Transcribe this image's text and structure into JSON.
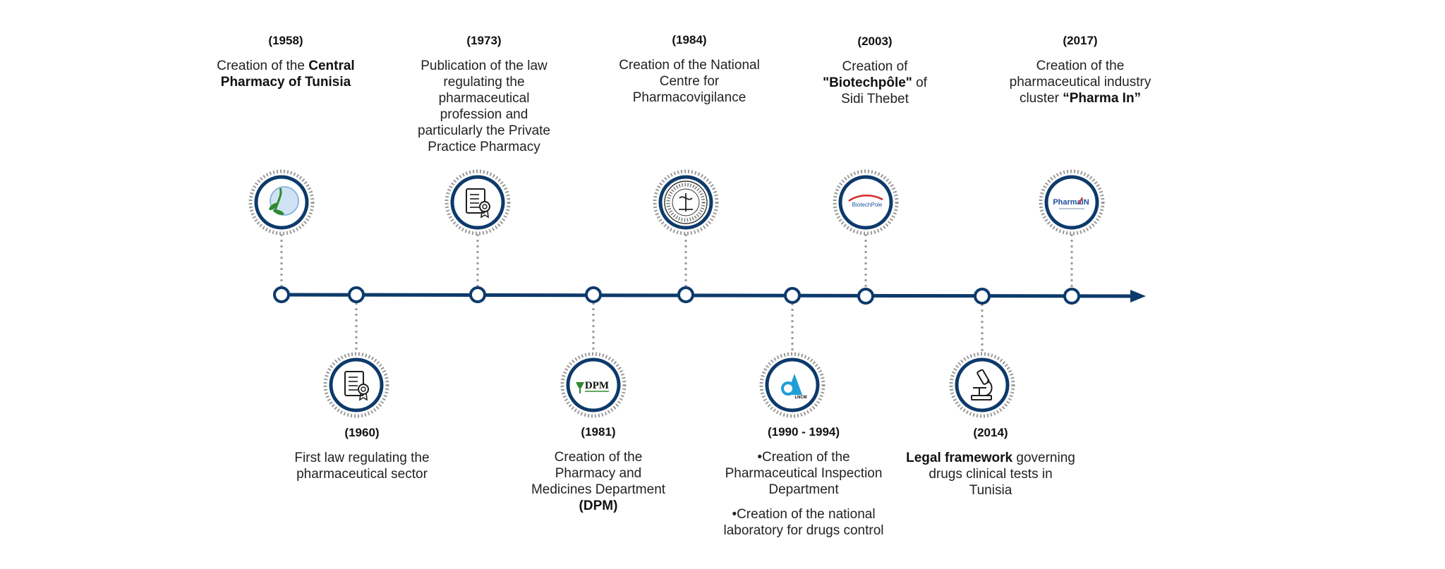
{
  "colors": {
    "navy": "#0d3a6b",
    "dots": "#9a9a9a",
    "text": "#222222"
  },
  "events": [
    {
      "id": "e1958",
      "year": "(1958)",
      "pre": "Creation of the ",
      "bold": "Central Pharmacy of Tunisia",
      "post": "",
      "icon": "central-pharmacy-logo",
      "pos": "above"
    },
    {
      "id": "e1960",
      "year": "(1960)",
      "pre": "First law regulating the pharmaceutical sector",
      "bold": "",
      "post": "",
      "icon": "certificate-document-icon",
      "pos": "below"
    },
    {
      "id": "e1973",
      "year": "(1973)",
      "pre": "Publication of the law regulating the pharmaceutical profession and particularly the Private Practice Pharmacy",
      "bold": "",
      "post": "",
      "icon": "certificate-document-icon",
      "pos": "above"
    },
    {
      "id": "e1981",
      "year": "(1981)",
      "pre": "Creation of the Pharmacy and Medicines Department ",
      "bold": "(DPM)",
      "post": "",
      "icon": "dpm-logo",
      "logo_text": "DPM",
      "pos": "below"
    },
    {
      "id": "e1984",
      "year": "(1984)",
      "pre": "Creation of the National Centre for Pharmacovigilance",
      "bold": "",
      "post": "",
      "icon": "pharmacovigilance-seal-logo",
      "pos": "above"
    },
    {
      "id": "e1990",
      "year": "(1990 - 1994)",
      "bullets": [
        "•Creation of the Pharmaceutical Inspection Department",
        "•Creation of the national laboratory for drugs control"
      ],
      "icon": "lncm-logo",
      "logo_text": "LNCM",
      "pos": "below"
    },
    {
      "id": "e2003",
      "year": "(2003)",
      "pre": "Creation of ",
      "bold": "\"Biotechpôle\"",
      "post": " of Sidi Thebet",
      "icon": "biotechpole-logo",
      "logo_text": "BiotechPole",
      "pos": "above"
    },
    {
      "id": "e2014",
      "year": "(2014)",
      "pre": "",
      "bold": "Legal framework",
      "post": " governing drugs clinical tests in Tunisia",
      "icon": "microscope-icon",
      "pos": "below"
    },
    {
      "id": "e2017",
      "year": "(2017)",
      "pre": "Creation of the pharmaceutical industry cluster ",
      "bold": "“Pharma In”",
      "post": "",
      "icon": "pharma-in-logo",
      "logo_text": "PharmaIN",
      "pos": "above"
    }
  ]
}
